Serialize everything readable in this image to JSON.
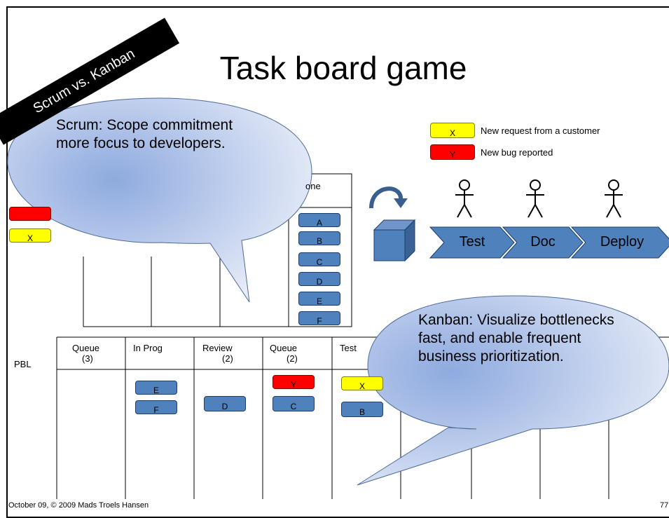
{
  "slide": {
    "title": "Task board game",
    "banner": "Scrum vs. Kanban",
    "footer_left": "October 09, © 2009 Mads Troels Hansen",
    "footer_right": "77"
  },
  "legend": [
    {
      "card": "X",
      "text": "New request from a customer",
      "color": "#ffff00"
    },
    {
      "card": "Y",
      "text": "New bug reported",
      "color": "#ff0000"
    }
  ],
  "pipeline": [
    "Test",
    "Doc",
    "Deploy"
  ],
  "scrum_board": {
    "done_header": "one",
    "done_cards": [
      "A",
      "B",
      "C",
      "D",
      "E",
      "F"
    ],
    "left_cards": [
      "",
      "X"
    ]
  },
  "kanban_board": {
    "row_label": "PBL",
    "columns": [
      {
        "name": "Queue",
        "limit": "(3)",
        "cards": []
      },
      {
        "name": "In Prog",
        "limit": "",
        "cards": [
          "E",
          "F"
        ]
      },
      {
        "name": "Review",
        "limit": "(2)",
        "cards": [
          "D"
        ]
      },
      {
        "name": "Queue",
        "limit": "(2)",
        "cards": [
          "Y",
          "C"
        ]
      },
      {
        "name": "Test",
        "limit": "",
        "cards": [
          "X",
          "B"
        ]
      }
    ]
  },
  "callouts": {
    "scrum": "Scrum: Scope commitment more focus to developers.",
    "kanban": "Kanban: Visualize bottlenecks fast, and enable frequent business prioritization."
  }
}
